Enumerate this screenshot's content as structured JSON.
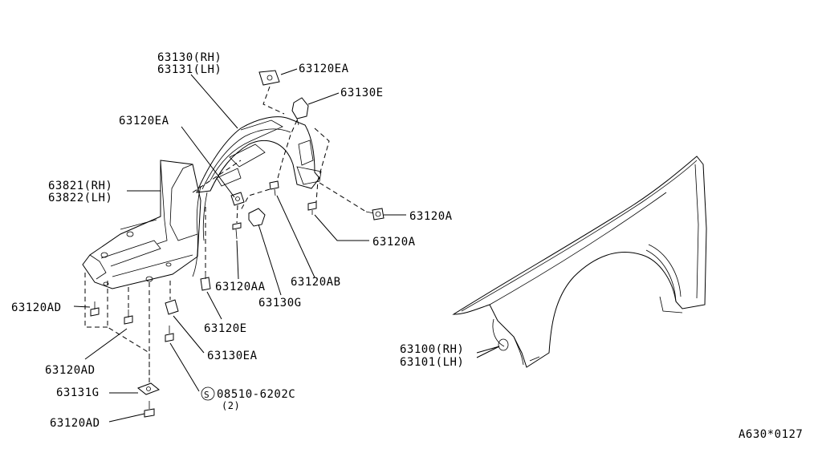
{
  "labels": {
    "p63130_rh": "63130(RH)",
    "p63131_lh": "63131(LH)",
    "p63120ea_top": "63120EA",
    "p63130e": "63130E",
    "p63120ea_left": "63120EA",
    "p63821_rh": "63821(RH)",
    "p63822_lh": "63822(LH)",
    "p63120a_right": "63120A",
    "p63120a_mid": "63120A",
    "p63120ab": "63120AB",
    "p63120aa": "63120AA",
    "p63130g": "63130G",
    "p63120ad_left": "63120AD",
    "p63120e": "63120E",
    "p63130ea": "63130EA",
    "p63120ad_mid": "63120AD",
    "p63131g": "63131G",
    "p08510": "08510-6202C",
    "p08510_qty": "(2)",
    "p08510_symbol": "S",
    "p63120ad_bottom": "63120AD",
    "p63100_rh": "63100(RH)",
    "p63101_lh": "63101(LH)",
    "ref_code": "A630*0127"
  }
}
